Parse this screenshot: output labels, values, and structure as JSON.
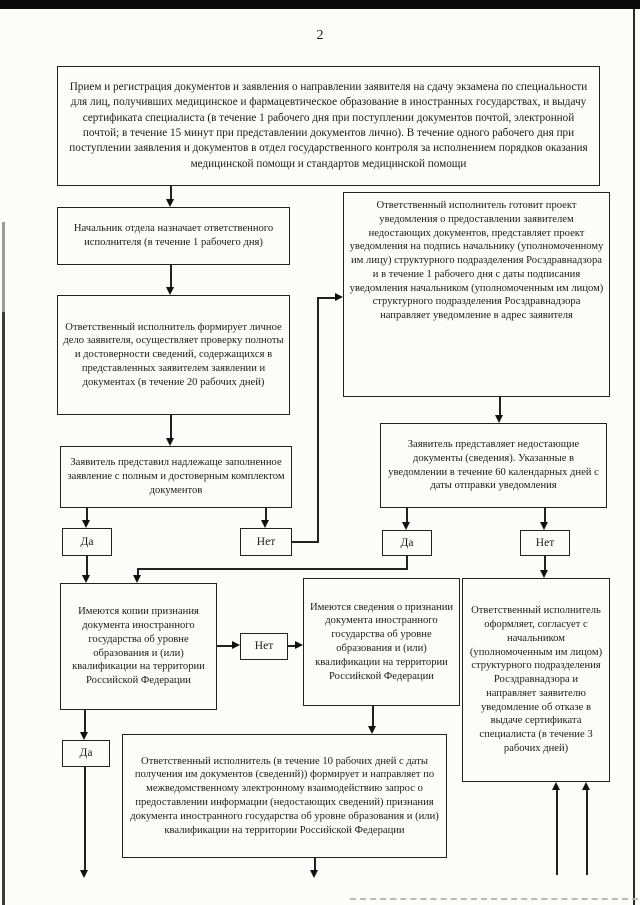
{
  "page": {
    "number": "2"
  },
  "labels": {
    "yes": "Да",
    "no": "Нет"
  },
  "nodes": {
    "intake": "Прием и регистрация документов и заявления о направлении заявителя на сдачу экзамена по специальности для лиц, получивших медицинское и фармацевтическое образование в иностранных государствах, и выдачу сертификата специалиста (в течение 1 рабочего дня при поступлении документов почтой, электронной почтой; в течение 15 минут при представлении документов лично). В течение одного рабочего дня при поступлении заявления и документов в отдел государственного контроля за исполнением порядков оказания медицинской помощи и стандартов медицинской помощи",
    "assign": "Начальник отдела назначает ответственного исполнителя (в течение 1 рабочего дня)",
    "form_case": "Ответственный исполнитель формирует личное дело заявителя, осуществляет проверку полноты и достоверности сведений, содержащихся в представленных заявителем заявлении и документах (в течение 20 рабочих дней)",
    "notify_missing": "Ответственный исполнитель готовит проект уведомления о предоставлении заявителем недостающих документов, представляет проект уведомления на подпись начальнику (уполномоченному им лицу) структурного подразделения Росздравнадзора и в течение 1 рабочего дня с даты подписания уведомления начальником (уполномоченным им лицом) структурного подразделения Росздравнадзора направляет уведомление в адрес заявителя",
    "submitted_properly": "Заявитель представил надлежаще заполненное заявление с полным и достоверным комплектом документов",
    "submits_missing": "Заявитель представляет недостающие документы (сведения). Указанные в уведомлении в течение 60 календарных дней с даты отправки уведомления",
    "has_copies": "Имеются копии признания документа иностранного государства об уровне образования и (или) квалификации на территории Российской Федерации",
    "has_info": "Имеются сведения о признании документа иностранного государства об уровне образования и (или) квалификации на территории Российской Федерации",
    "refusal": "Ответственный исполнитель оформляет, согласует с начальником (уполномоченным им лицом) структурного подразделения Росздравнадзора и направляет заявителю уведомление об отказе в выдаче сертификата специалиста (в течение 3 рабочих дней)",
    "request": "Ответственный исполнитель (в течение 10 рабочих дней с даты получения им документов (сведений)) формирует и направляет по межведомственному электронному взаимодействию запрос о предоставлении информации (недостающих сведений) признания документа иностранного государства об уровне образования и (или) квалификации на территории Российской Федерации"
  }
}
